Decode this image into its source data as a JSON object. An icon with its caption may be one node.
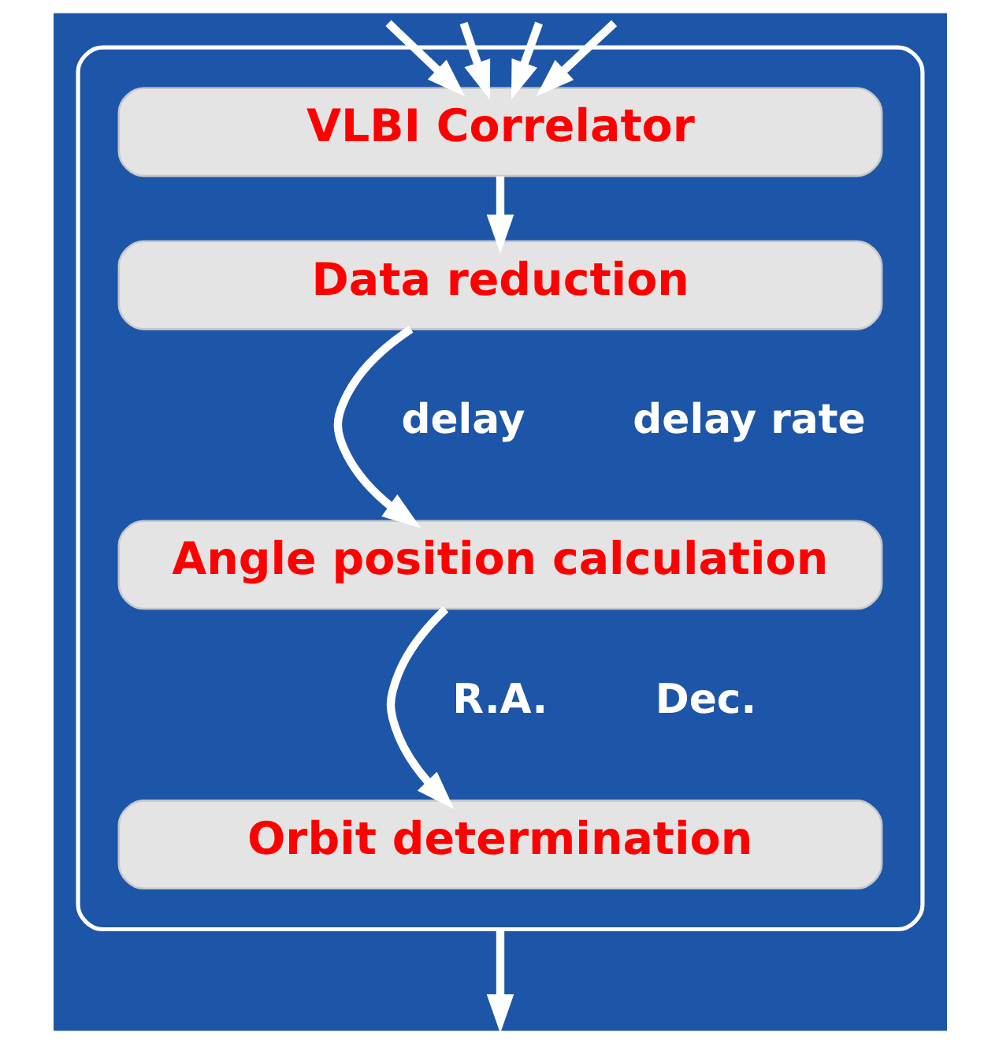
{
  "diagram": {
    "nodes": [
      {
        "text": [],
        "shape": "box"
      },
      {
        "text": [
          "VLBI Correlator"
        ],
        "in": 0
      },
      {
        "text": [
          "Data reduction"
        ],
        "in": 0
      },
      {
        "text": [
          "Angle position calculation"
        ],
        "in": 0
      },
      {
        "text": [
          "Orbit determination"
        ],
        "in": 0
      }
    ],
    "edges": [
      {
        "from": null,
        "to": 1,
        "arrow": "to"
      },
      {
        "from": null,
        "to": 1,
        "arrow": "to"
      },
      {
        "from": null,
        "to": 1,
        "arrow": "to"
      },
      {
        "from": null,
        "to": 1,
        "arrow": "to"
      },
      {
        "from": 1,
        "to": 2,
        "arrow": "to"
      },
      {
        "from": 2,
        "to": 3,
        "arrow": "to"
      },
      {
        "from": 3,
        "to": 4,
        "arrow": "to"
      },
      {
        "from": 0,
        "to": null,
        "arrow": "to"
      }
    ],
    "labels": [
      "delay",
      "delay rate",
      "R.A.",
      "Dec."
    ]
  }
}
